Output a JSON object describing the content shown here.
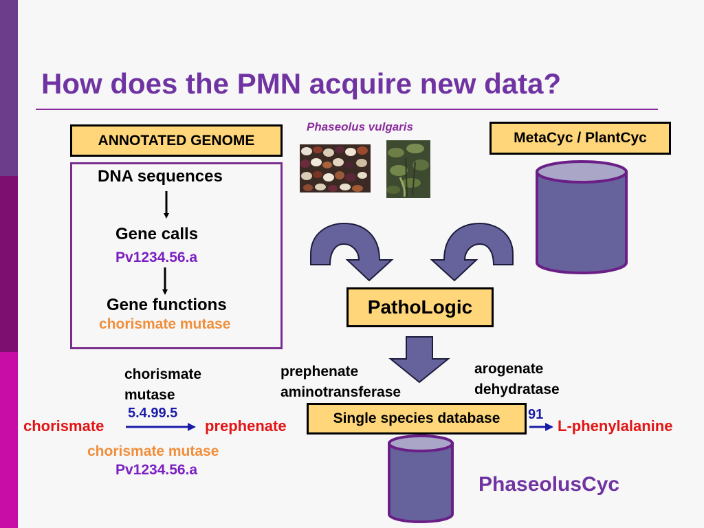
{
  "slide": {
    "title": "How does the PMN acquire new data?",
    "phaseolus_name": "Phaseolus vulgaris",
    "phaseoluscyc_label": "PhaseolusCyc"
  },
  "genome": {
    "box_label": "ANNOTATED GENOME",
    "dna_sequences": "DNA sequences",
    "gene_calls": "Gene calls",
    "gene_id": "Pv1234.56.a",
    "gene_functions": "Gene functions",
    "function_name": "chorismate mutase"
  },
  "sources": {
    "metacyc_label": "MetaCyc / PlantCyc",
    "pathologic_label": "PathoLogic",
    "single_species_label": "Single species database"
  },
  "pathway": {
    "enzyme1_line1": "chorismate",
    "enzyme1_line2": "mutase",
    "enzyme2_line1": "prephenate",
    "enzyme2_line2": "aminotransferase",
    "enzyme3_line1": "arogenate",
    "enzyme3_line2": "dehydratase",
    "ec1": "5.4.99.5",
    "ec3_partial": "91",
    "compound1": "chorismate",
    "compound2": "prephenate",
    "compound3": "L-phenylalanine",
    "annot_function": "chorismate mutase",
    "annot_gene": "Pv1234.56.a"
  },
  "colors": {
    "title": "#7034a2",
    "label_fill": "#ffd67a",
    "cylinder_fill": "#66639c",
    "cylinder_top": "#a9a6c8",
    "cylinder_stroke": "#6a1f86",
    "compound_red": "#e31414",
    "ec_blue": "#1a1aa8",
    "gene_purple": "#7a1fc0",
    "function_orange": "#f08e3a"
  }
}
